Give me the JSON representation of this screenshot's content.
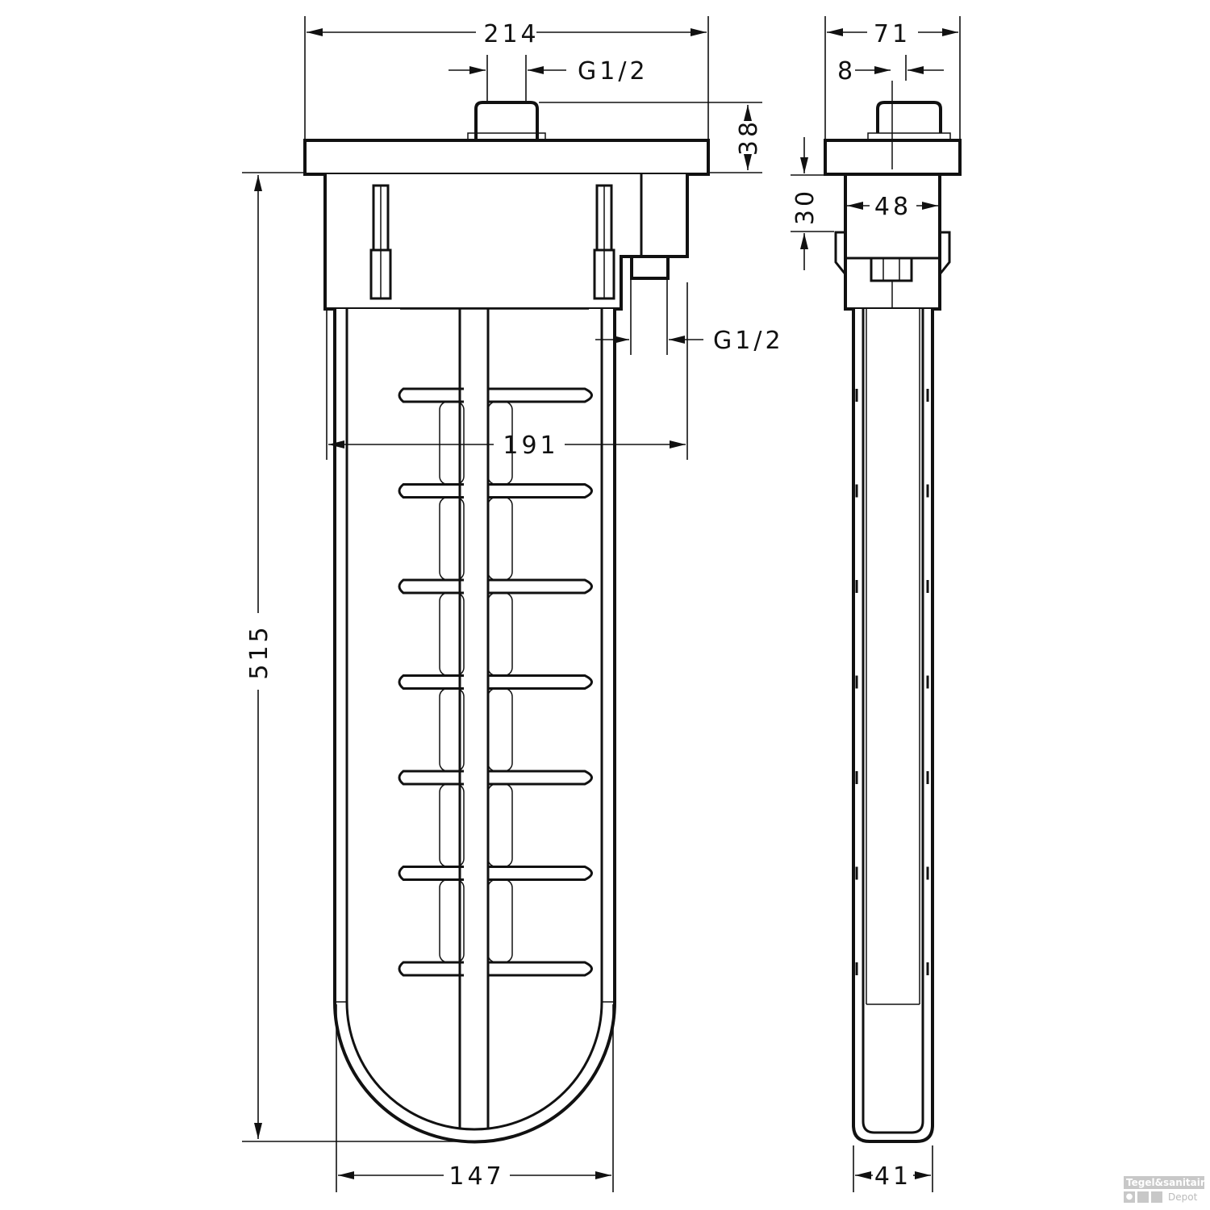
{
  "front_view": {
    "width_top": "214",
    "inlet_thread": "G1/2",
    "plate_height": "38",
    "total_height": "515",
    "body_width": "191",
    "outlet_thread": "G1/2",
    "tube_width": "147",
    "rib_rows": 7
  },
  "side_view": {
    "width_top": "71",
    "offset": "8",
    "body_offset": "30",
    "body_width": "48",
    "tube_width": "41"
  },
  "watermark": {
    "line1": "Tegel&sanitair",
    "line2": "Depot"
  }
}
